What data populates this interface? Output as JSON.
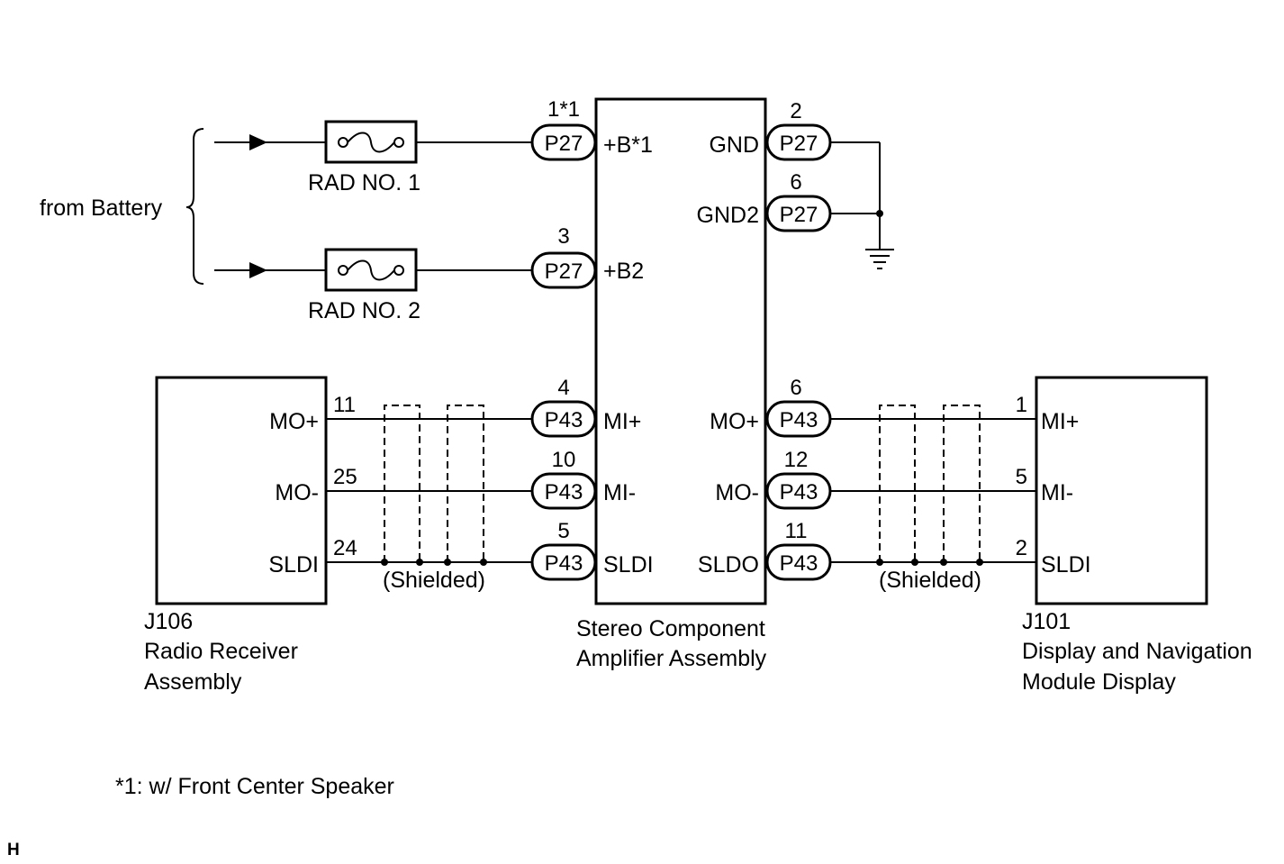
{
  "source_label": "from Battery",
  "fuses": {
    "rad1": "RAD NO. 1",
    "rad2": "RAD NO. 2"
  },
  "amplifier": {
    "name_line1": "Stereo Component",
    "name_line2": "Amplifier Assembly",
    "terminals": {
      "b1": "+B*1",
      "b2": "+B2",
      "gnd": "GND",
      "gnd2": "GND2",
      "mi_plus": "MI+",
      "mi_minus": "MI-",
      "sldi": "SLDI",
      "mo_plus": "MO+",
      "mo_minus": "MO-",
      "sldo": "SLDO"
    }
  },
  "connectors": {
    "p27": "P27",
    "p43": "P43"
  },
  "pins": {
    "b1": "1*1",
    "b2": "3",
    "gnd": "2",
    "gnd2": "6",
    "mi_plus": "4",
    "mi_minus": "10",
    "sldi": "5",
    "mo_plus": "6",
    "mo_minus": "12",
    "sldo": "11",
    "radio_mo_plus": "11",
    "radio_mo_minus": "25",
    "radio_sldi": "24",
    "disp_mi_plus": "1",
    "disp_mi_minus": "5",
    "disp_sldi": "2"
  },
  "radio": {
    "code": "J106",
    "name_line1": "Radio Receiver",
    "name_line2": "Assembly",
    "terminals": {
      "mo_plus": "MO+",
      "mo_minus": "MO-",
      "sldi": "SLDI"
    }
  },
  "display": {
    "code": "J101",
    "name_line1": "Display and Navigation",
    "name_line2": "Module Display",
    "terminals": {
      "mi_plus": "MI+",
      "mi_minus": "MI-",
      "sldi": "SLDI"
    }
  },
  "shield_label": "(Shielded)",
  "footnote": "*1: w/ Front Center Speaker",
  "corner_mark": "H"
}
